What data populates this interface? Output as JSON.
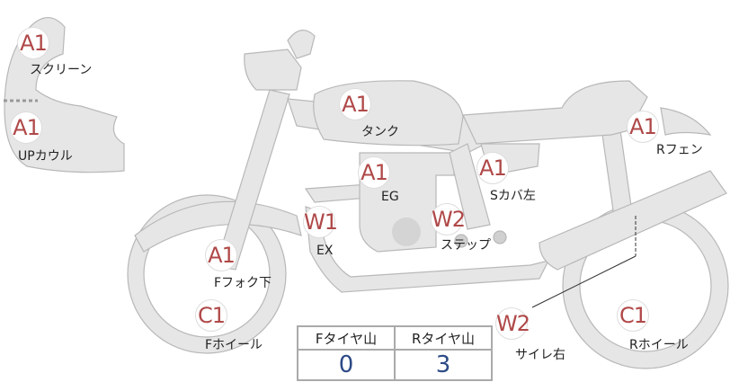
{
  "parts": [
    {
      "code": "A1",
      "label": "スクリーン"
    },
    {
      "code": "A1",
      "label": "UPカウル"
    },
    {
      "code": "A1",
      "label": "タンク"
    },
    {
      "code": "A1",
      "label": "EG"
    },
    {
      "code": "A1",
      "label": "Sカバ左"
    },
    {
      "code": "A1",
      "label": "Rフェン"
    },
    {
      "code": "W1",
      "label": "EX"
    },
    {
      "code": "W2",
      "label": "ステップ"
    },
    {
      "code": "A1",
      "label": "Fフォク下"
    },
    {
      "code": "C1",
      "label": "Fホイール"
    },
    {
      "code": "W2",
      "label": "サイレ右"
    },
    {
      "code": "C1",
      "label": "Rホイール"
    }
  ],
  "tires": {
    "front_header": "Fタイヤ山",
    "rear_header": "Rタイヤ山",
    "front_value": "0",
    "rear_value": "3"
  },
  "colors": {
    "code": "#b04848",
    "value": "#2c4a86",
    "body": "#e6e6e6"
  }
}
